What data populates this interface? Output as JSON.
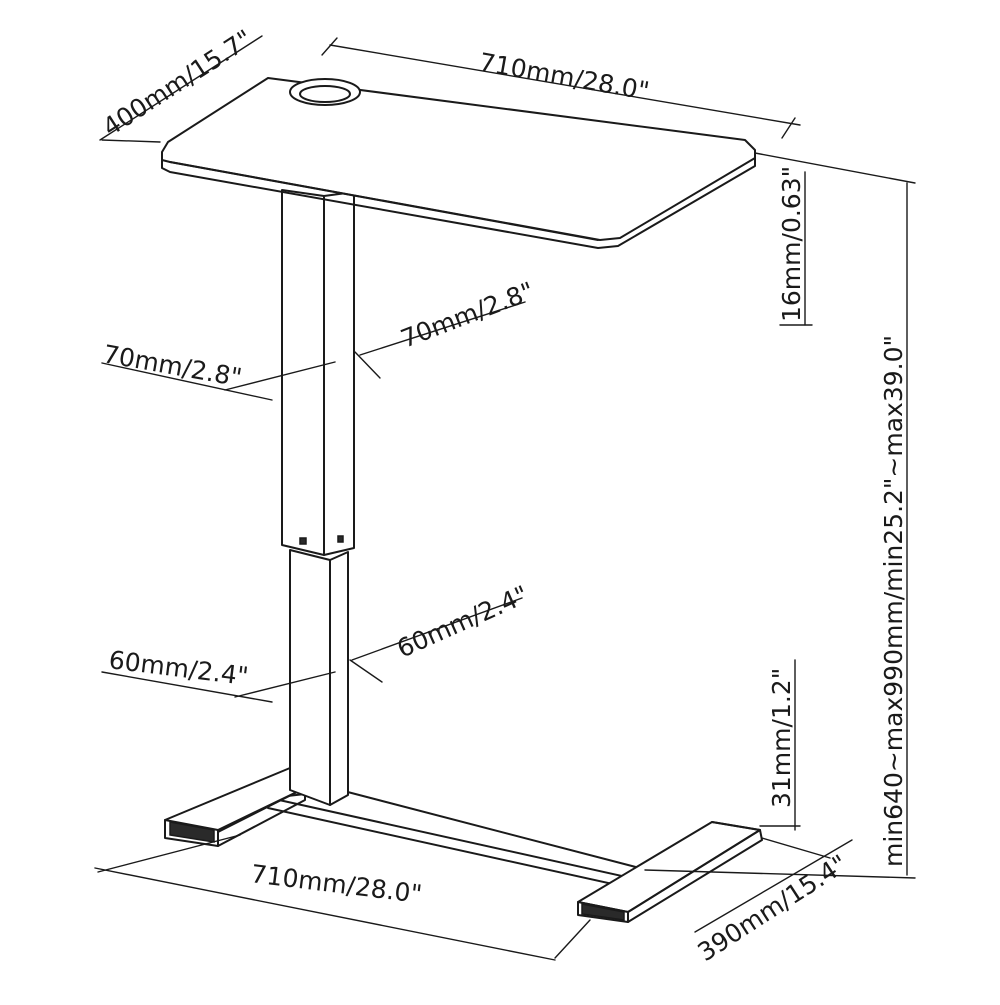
{
  "dimensions": {
    "top_width": "710mm/28.0\"",
    "top_depth": "400mm/15.7\"",
    "top_thickness": "16mm/0.63\"",
    "height_range": "min640~max990mm/min25.2\"~max39.0\"",
    "upper_column_left": "70mm/2.8\"",
    "upper_column_right": "70mm/2.8\"",
    "lower_column_left": "60mm/2.4\"",
    "lower_column_right": "60mm/2.4\"",
    "foot_height": "31mm/1.2\"",
    "base_width": "710mm/28.0\"",
    "base_depth": "390mm/15.4\""
  }
}
